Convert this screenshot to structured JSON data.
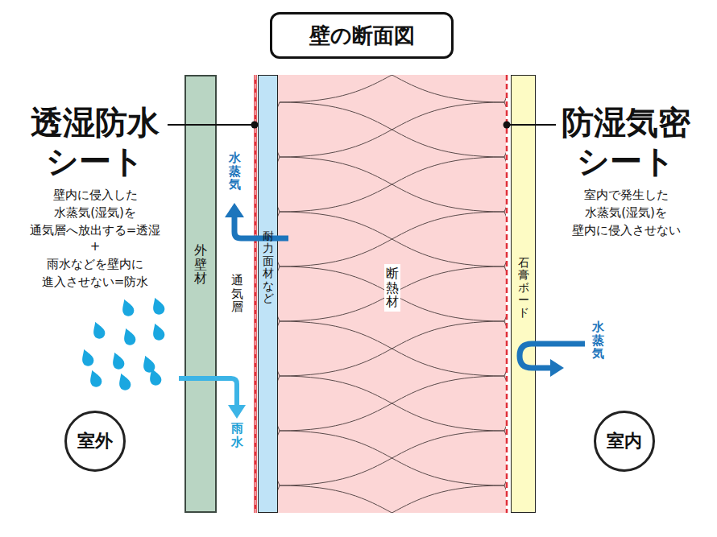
{
  "diagram": {
    "title": "壁の断面図",
    "nodes": [
      {
        "text": [
          "外壁材"
        ]
      },
      {
        "text": [
          "耐力面材など"
        ]
      },
      {
        "text": [
          "断熱材"
        ]
      },
      {
        "text": [
          "石膏ボード"
        ]
      },
      {
        "text": [
          "室外"
        ]
      },
      {
        "text": [
          "室内"
        ]
      }
    ],
    "labels": [
      "透湿防水 シート",
      "壁内に侵入した 水蒸気(湿気)を 通気層へ放出する=透湿",
      "+",
      "雨水などを壁内に 進入させない=防水",
      "防湿気密 シート",
      "室内で発生した 水蒸気(湿気)を 壁内に侵入させない",
      "水蒸気",
      "通気層",
      "雨水",
      "水蒸気"
    ]
  }
}
